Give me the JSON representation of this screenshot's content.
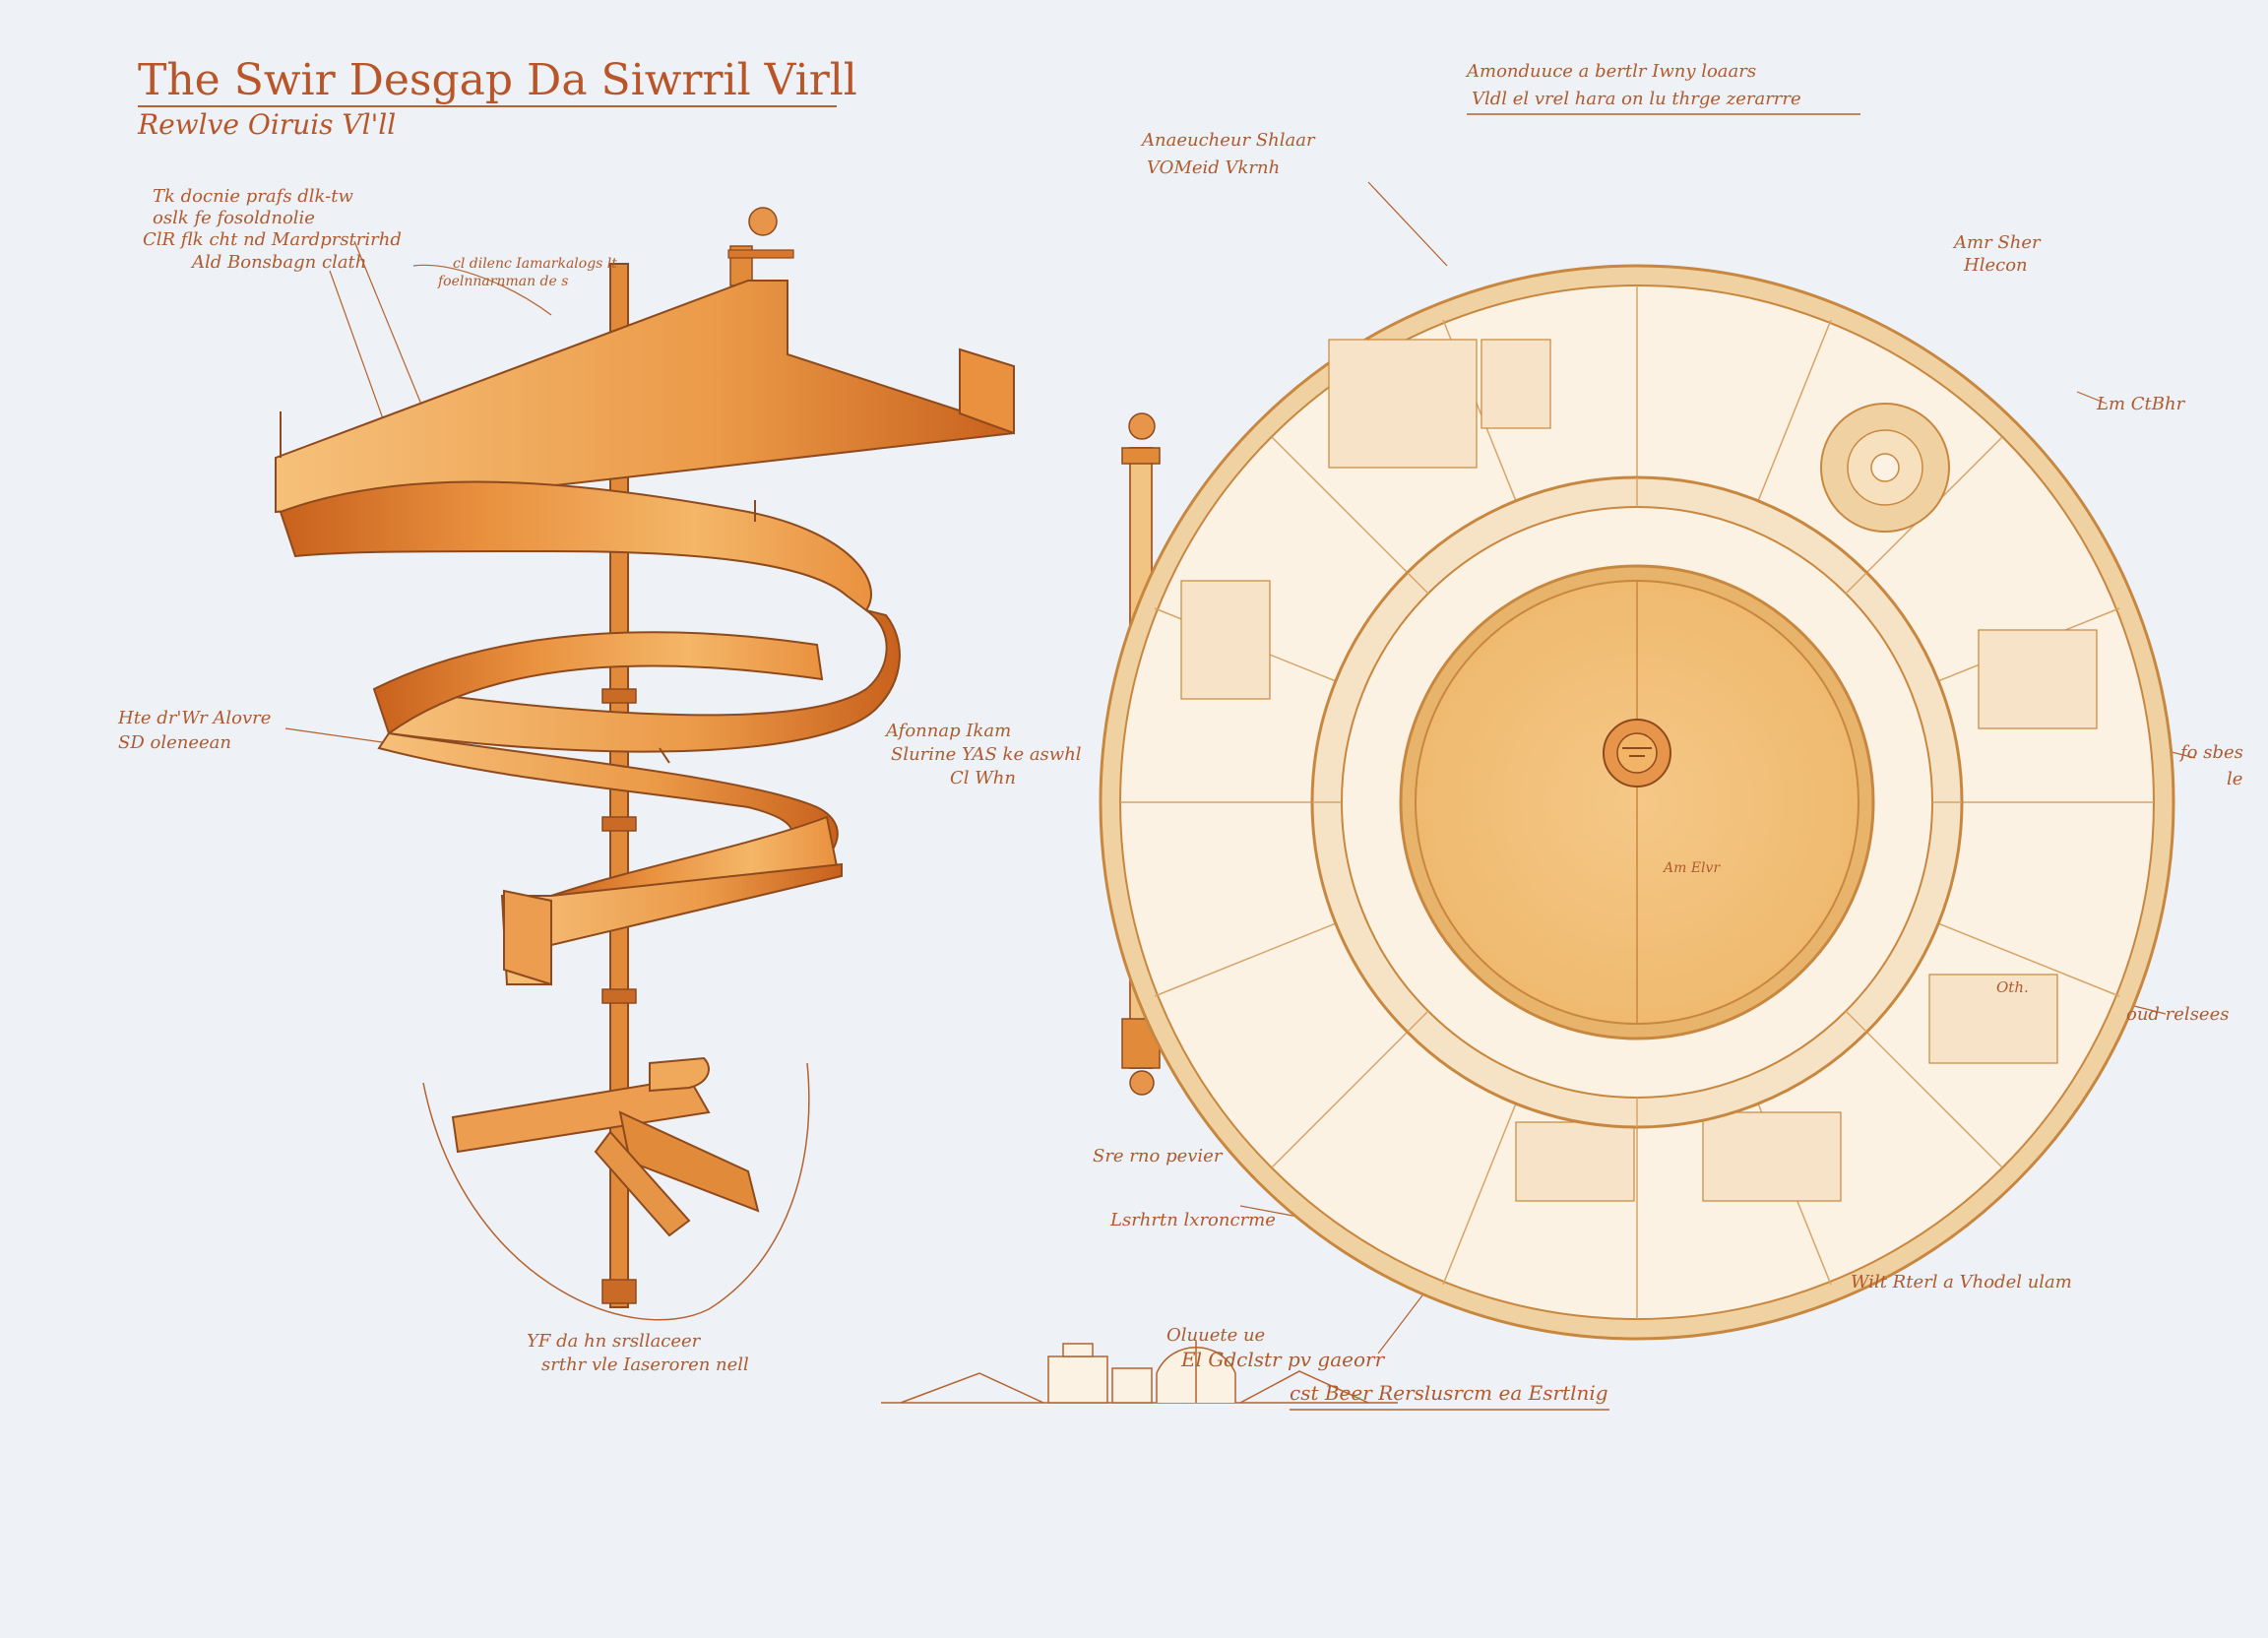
{
  "header": {
    "title": "The Swir Desgap Da Siwrril Virll",
    "subtitle": "Rewlve Oiruis Vl'll"
  },
  "colors": {
    "background": "#eef1f5",
    "ink": "#b4622f",
    "ribbon_light": "#f4b668",
    "ribbon_mid": "#e9913f",
    "ribbon_dark": "#c8611c",
    "disc_fill": "#f2c07a",
    "plate_fill": "#fbf2e4"
  },
  "annotations": {
    "top_left": [
      "Tk docnie prafs dlk-tw",
      "oslk fe fosoldnolie",
      "ClR flk cht nd Mardprstrirhd",
      "Ald Bonsbagn clath"
    ],
    "top_center": [
      "cl dilenc Iamarkalogs lt",
      "foelnnarnman de s"
    ],
    "spiral_left": [
      "Hte dr'Wr Alovre",
      "SD oleneean"
    ],
    "spiral_bottom": [
      "YF da hn srsllaceer",
      "srthr vle Iaseroren nell"
    ],
    "disc_left": [
      "Afonnap Ikam",
      "Slurine YAS ke aswhl",
      "Cl Whn"
    ],
    "top_right_header": [
      "Amonduuce a bertlr Iwny loaars",
      "Vldl el vrel hara on lu thrge zerarrre"
    ],
    "disc_top_left": [
      "Anaeucheur Shlaar",
      "VOMeid Vkrnh"
    ],
    "disc_top_right": [
      "Amr Sher",
      "Hlecon"
    ],
    "disc_right_upper": [
      "Lm CtBhr"
    ],
    "disc_right_middle": [
      "fo sbes",
      "le"
    ],
    "disc_inner_small": [
      "Oth."
    ],
    "disc_right_lower": [
      "oud relsees"
    ],
    "disc_inner_tag": [
      "Am Elvr"
    ],
    "disc_bottom_left_a": [
      "Sre rno pevier"
    ],
    "disc_bottom_left_b": [
      "Lsrhrtn lxroncrme"
    ],
    "disc_bottom": [
      "Oluuete ue",
      "El Gdclstr pv gaeorr",
      "cst Beer Rerslusrcm ea Esrtlnig"
    ],
    "disc_bottom_right": [
      "Wilt Rterl a Vhodel ulam"
    ]
  }
}
